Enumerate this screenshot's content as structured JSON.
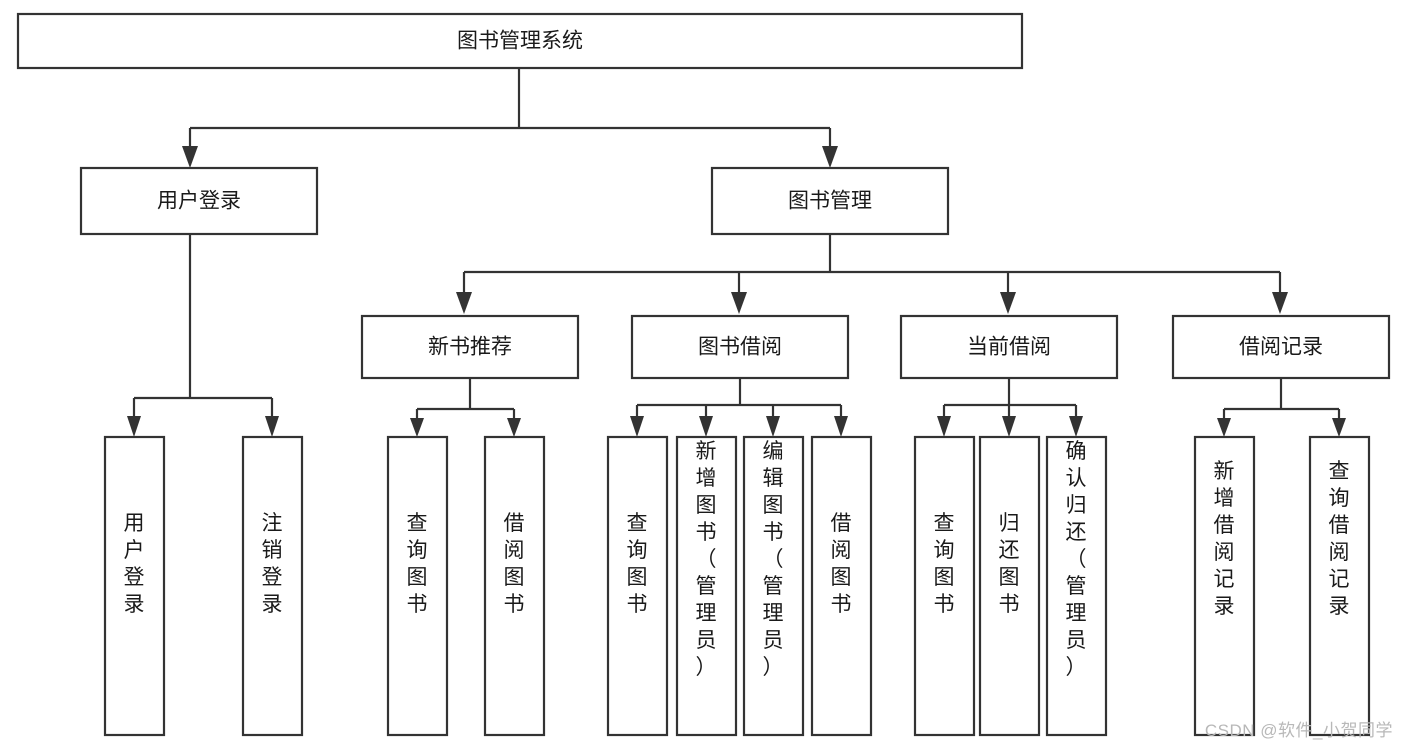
{
  "diagram": {
    "title": "图书管理系统",
    "type": "tree-hierarchy-chart",
    "watermark": "CSDN @软件_小贺同学",
    "colors": {
      "box_stroke": "#333333",
      "box_fill": "#ffffff",
      "text": "#1a1a1a",
      "watermark": "#b8b8b8",
      "background": "#ffffff"
    },
    "root": {
      "label": "图书管理系统"
    },
    "level2": [
      {
        "label": "用户登录"
      },
      {
        "label": "图书管理"
      }
    ],
    "level3": [
      {
        "label": "新书推荐"
      },
      {
        "label": "图书借阅"
      },
      {
        "label": "当前借阅"
      },
      {
        "label": "借阅记录"
      }
    ],
    "leaves": {
      "user_login": [
        {
          "label": "用户登录"
        },
        {
          "label": "注销登录"
        }
      ],
      "new_book_recommend": [
        {
          "label": "查询图书"
        },
        {
          "label": "借阅图书"
        }
      ],
      "book_borrow": [
        {
          "label": "查询图书"
        },
        {
          "label": "新增图书（管理员）"
        },
        {
          "label": "编辑图书（管理员）"
        },
        {
          "label": "借阅图书"
        }
      ],
      "current_borrow": [
        {
          "label": "查询图书"
        },
        {
          "label": "归还图书"
        },
        {
          "label": "确认归还（管理员）"
        }
      ],
      "borrow_record": [
        {
          "label": "新增借阅记录"
        },
        {
          "label": "查询借阅记录"
        }
      ]
    }
  }
}
